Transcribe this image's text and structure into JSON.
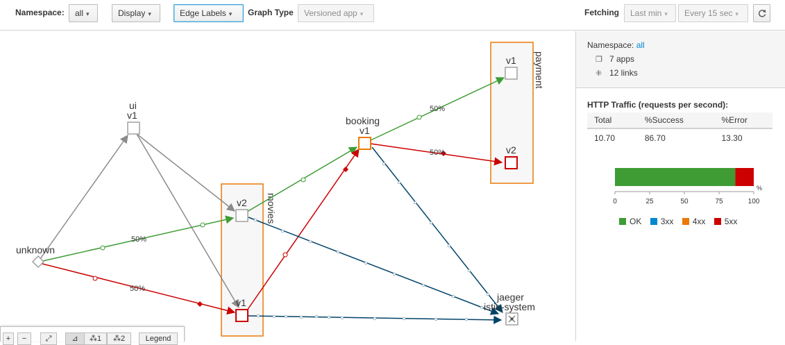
{
  "toolbar": {
    "namespace_label": "Namespace:",
    "namespace_value": "all",
    "display_label": "Display",
    "edge_labels_label": "Edge Labels",
    "graph_type_label": "Graph Type",
    "graph_type_value": "Versioned app",
    "fetching_label": "Fetching",
    "duration_value": "Last min",
    "refresh_interval_value": "Every 15 sec",
    "refresh_icon": "refresh-icon"
  },
  "graph": {
    "nodes": {
      "unknown": "unknown",
      "ui_app": "ui",
      "ui_version": "v1",
      "movies_box": "movies",
      "movies_v2": "v2",
      "movies_v1": "v1",
      "booking_app": "booking",
      "booking_version": "v1",
      "payment_box": "payment",
      "payment_v1": "v1",
      "payment_v2": "v2",
      "jaeger_app": "jaeger",
      "jaeger_namespace": "istio-system"
    },
    "edge_labels": {
      "unknown_to_movies_v2": "50%",
      "unknown_to_movies_v1": "50%",
      "booking_to_payment_v1": "50%",
      "booking_to_payment_v2": "50%"
    },
    "colors": {
      "success": "#3f9c35",
      "error": "#cc0000",
      "neutral": "#999999",
      "tcp": "#004368",
      "box_border": "#ec7a08"
    }
  },
  "graph_controls": {
    "zoom_in": "+",
    "zoom_out": "−",
    "fit_icon": "fit-to-screen-icon",
    "layout_default_icon": "layout-icon",
    "layout_1": "1",
    "layout_2": "2",
    "legend_label": "Legend"
  },
  "side_panel": {
    "namespace_label": "Namespace:",
    "namespace_value": "all",
    "apps_count": "7 apps",
    "links_count": "12 links",
    "http_traffic_title": "HTTP Traffic (requests per second):",
    "table_headers": [
      "Total",
      "%Success",
      "%Error"
    ],
    "table_row": [
      "10.70",
      "86.70",
      "13.30"
    ],
    "chart_axis_ticks": [
      "0",
      "25",
      "50",
      "75",
      "100"
    ],
    "chart_unit": "%",
    "legend": [
      {
        "label": "OK",
        "color": "#3f9c35"
      },
      {
        "label": "3xx",
        "color": "#0088ce"
      },
      {
        "label": "4xx",
        "color": "#ec7a08"
      },
      {
        "label": "5xx",
        "color": "#cc0000"
      }
    ]
  },
  "chart_data": {
    "type": "bar",
    "orientation": "horizontal-stacked",
    "categories": [
      ""
    ],
    "series": [
      {
        "name": "OK",
        "values": [
          86.7
        ]
      },
      {
        "name": "3xx",
        "values": [
          0
        ]
      },
      {
        "name": "4xx",
        "values": [
          0
        ]
      },
      {
        "name": "5xx",
        "values": [
          13.3
        ]
      }
    ],
    "xlim": [
      0,
      100
    ],
    "unit": "%",
    "legend_position": "bottom"
  }
}
